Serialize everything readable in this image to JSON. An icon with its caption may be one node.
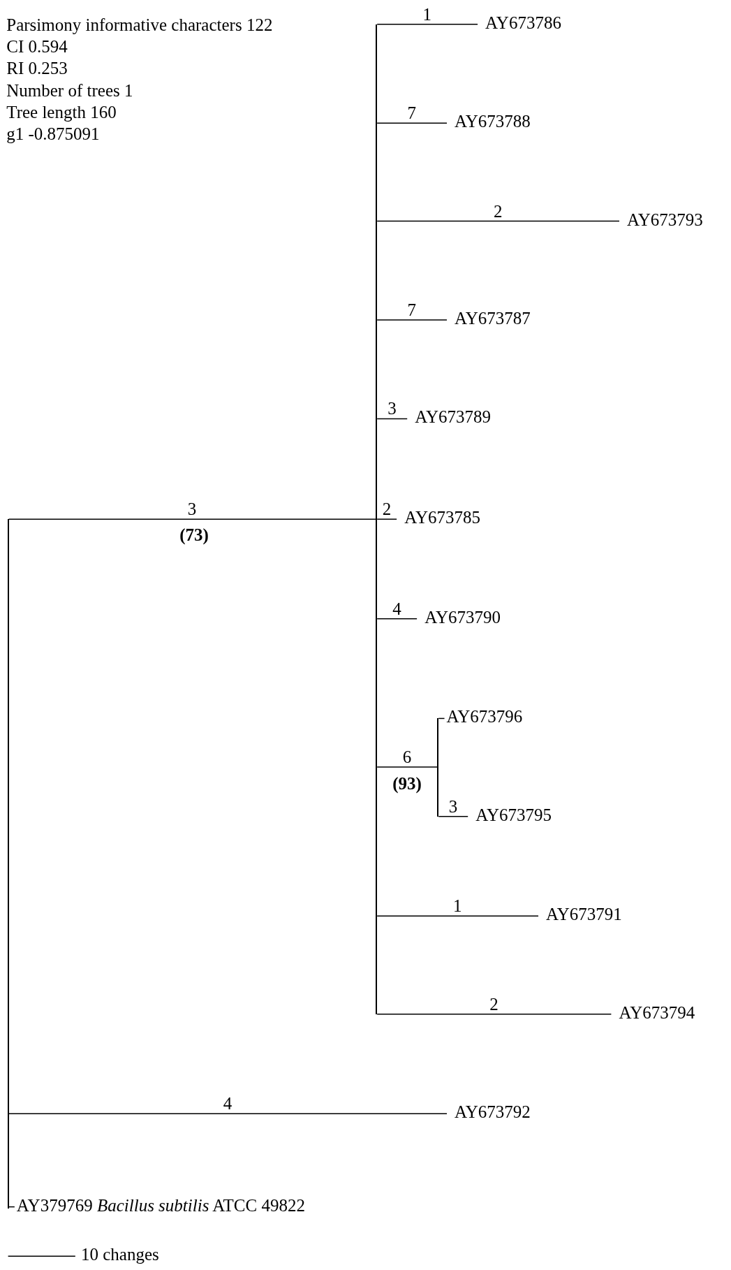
{
  "diagram": {
    "nodes": [
      {
        "text": [],
        "shape": "bar"
      },
      {
        "text": [],
        "shape": "bar"
      },
      {
        "text": [
          "AY673786"
        ]
      },
      {
        "text": [
          "AY673788"
        ]
      },
      {
        "text": [
          "AY673793"
        ]
      },
      {
        "text": [
          "AY673787"
        ]
      },
      {
        "text": [
          "AY673789"
        ]
      },
      {
        "text": [
          "AY673785"
        ]
      },
      {
        "text": [
          "AY673790"
        ]
      },
      {
        "text": [],
        "shape": "bar"
      },
      {
        "text": [
          "AY673796"
        ]
      },
      {
        "text": [
          "AY673795"
        ]
      },
      {
        "text": [
          "AY673791"
        ]
      },
      {
        "text": [
          "AY673794"
        ]
      },
      {
        "text": [
          "AY673792"
        ]
      },
      {
        "text": [
          "AY379769 *Bacillus subtilis* ATCC 49822"
        ]
      }
    ],
    "edges": [
      {
        "from": 0,
        "to": 1,
        "arrow": "none",
        "label": "3"
      },
      {
        "from": 1,
        "to": 2,
        "arrow": "none",
        "label": "1"
      },
      {
        "from": 1,
        "to": 3,
        "arrow": "none",
        "label": "7"
      },
      {
        "from": 1,
        "to": 4,
        "arrow": "none",
        "label": "2"
      },
      {
        "from": 1,
        "to": 5,
        "arrow": "none",
        "label": "7"
      },
      {
        "from": 1,
        "to": 6,
        "arrow": "none",
        "label": "3"
      },
      {
        "from": 1,
        "to": 7,
        "arrow": "none",
        "label": "2"
      },
      {
        "from": 1,
        "to": 8,
        "arrow": "none",
        "label": "4"
      },
      {
        "from": 1,
        "to": 9,
        "arrow": "none",
        "label": "6"
      },
      {
        "from": 9,
        "to": 10,
        "arrow": "none"
      },
      {
        "from": 9,
        "to": 11,
        "arrow": "none",
        "label": "3"
      },
      {
        "from": 1,
        "to": 12,
        "arrow": "none",
        "label": "1"
      },
      {
        "from": 1,
        "to": 13,
        "arrow": "none",
        "label": "2"
      },
      {
        "from": 0,
        "to": 14,
        "arrow": "none",
        "label": "4"
      },
      {
        "from": 0,
        "to": 15,
        "arrow": "none"
      }
    ],
    "labels": [
      "Parsimony informative characters 122",
      "CI 0.594",
      "RI 0.253",
      "Number of trees 1",
      "Tree length 160",
      "g1 -0.875091",
      "(73)",
      "(93)",
      "10 changes"
    ]
  }
}
